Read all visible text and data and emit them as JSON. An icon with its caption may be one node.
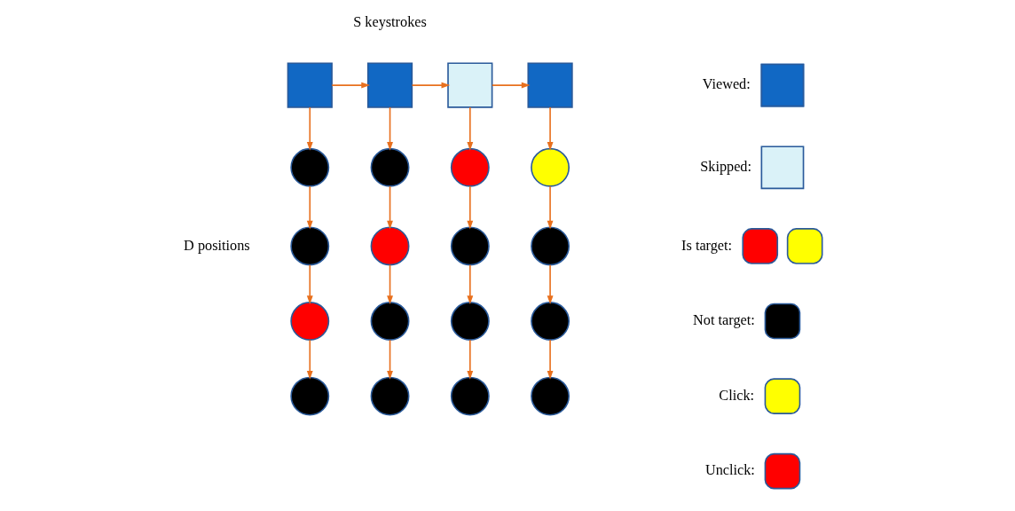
{
  "diagram": {
    "nodes": [
      {
        "text": [],
        "shape": "box"
      },
      {
        "text": [],
        "shape": "box"
      },
      {
        "text": [],
        "shape": "box"
      },
      {
        "text": [],
        "shape": "box"
      },
      {
        "text": [],
        "shape": "circle"
      },
      {
        "text": [],
        "shape": "circle"
      },
      {
        "text": [],
        "shape": "circle"
      },
      {
        "text": [],
        "shape": "circle"
      },
      {
        "text": [],
        "shape": "circle"
      },
      {
        "text": [],
        "shape": "circle"
      },
      {
        "text": [],
        "shape": "circle"
      },
      {
        "text": [],
        "shape": "circle"
      },
      {
        "text": [],
        "shape": "circle"
      },
      {
        "text": [],
        "shape": "circle"
      },
      {
        "text": [],
        "shape": "circle"
      },
      {
        "text": [],
        "shape": "circle"
      },
      {
        "text": [],
        "shape": "circle"
      },
      {
        "text": [],
        "shape": "circle"
      },
      {
        "text": [],
        "shape": "circle"
      },
      {
        "text": [],
        "shape": "circle"
      }
    ],
    "edges": [
      {
        "from": 0,
        "to": 1,
        "arrow": "to"
      },
      {
        "from": 1,
        "to": 2,
        "arrow": "to"
      },
      {
        "from": 2,
        "to": 3,
        "arrow": "to"
      },
      {
        "from": 0,
        "to": 4,
        "arrow": "to"
      },
      {
        "from": 4,
        "to": 8,
        "arrow": "to"
      },
      {
        "from": 8,
        "to": 12,
        "arrow": "to"
      },
      {
        "from": 12,
        "to": 16,
        "arrow": "to"
      },
      {
        "from": 1,
        "to": 5,
        "arrow": "to"
      },
      {
        "from": 5,
        "to": 9,
        "arrow": "to"
      },
      {
        "from": 9,
        "to": 13,
        "arrow": "to"
      },
      {
        "from": 13,
        "to": 17,
        "arrow": "to"
      },
      {
        "from": 2,
        "to": 6,
        "arrow": "to"
      },
      {
        "from": 6,
        "to": 10,
        "arrow": "to"
      },
      {
        "from": 10,
        "to": 14,
        "arrow": "to"
      },
      {
        "from": 14,
        "to": 18,
        "arrow": "to"
      },
      {
        "from": 3,
        "to": 7,
        "arrow": "to"
      },
      {
        "from": 7,
        "to": 11,
        "arrow": "to"
      },
      {
        "from": 11,
        "to": 15,
        "arrow": "to"
      },
      {
        "from": 15,
        "to": 19,
        "arrow": "to"
      }
    ],
    "labels": [
      "S keystrokes",
      "D positions"
    ],
    "legend": [
      {
        "text": "Viewed:",
        "color": "#1168c4"
      },
      {
        "text": "Skipped:",
        "color": "#daf2f8"
      },
      {
        "text": "Is target:"
      },
      {
        "text": "Not target:",
        "color": "#000000"
      },
      {
        "text": "Click:",
        "color": "#ffff00"
      },
      {
        "text": "Unclick:",
        "color": "#ff0000"
      }
    ]
  }
}
